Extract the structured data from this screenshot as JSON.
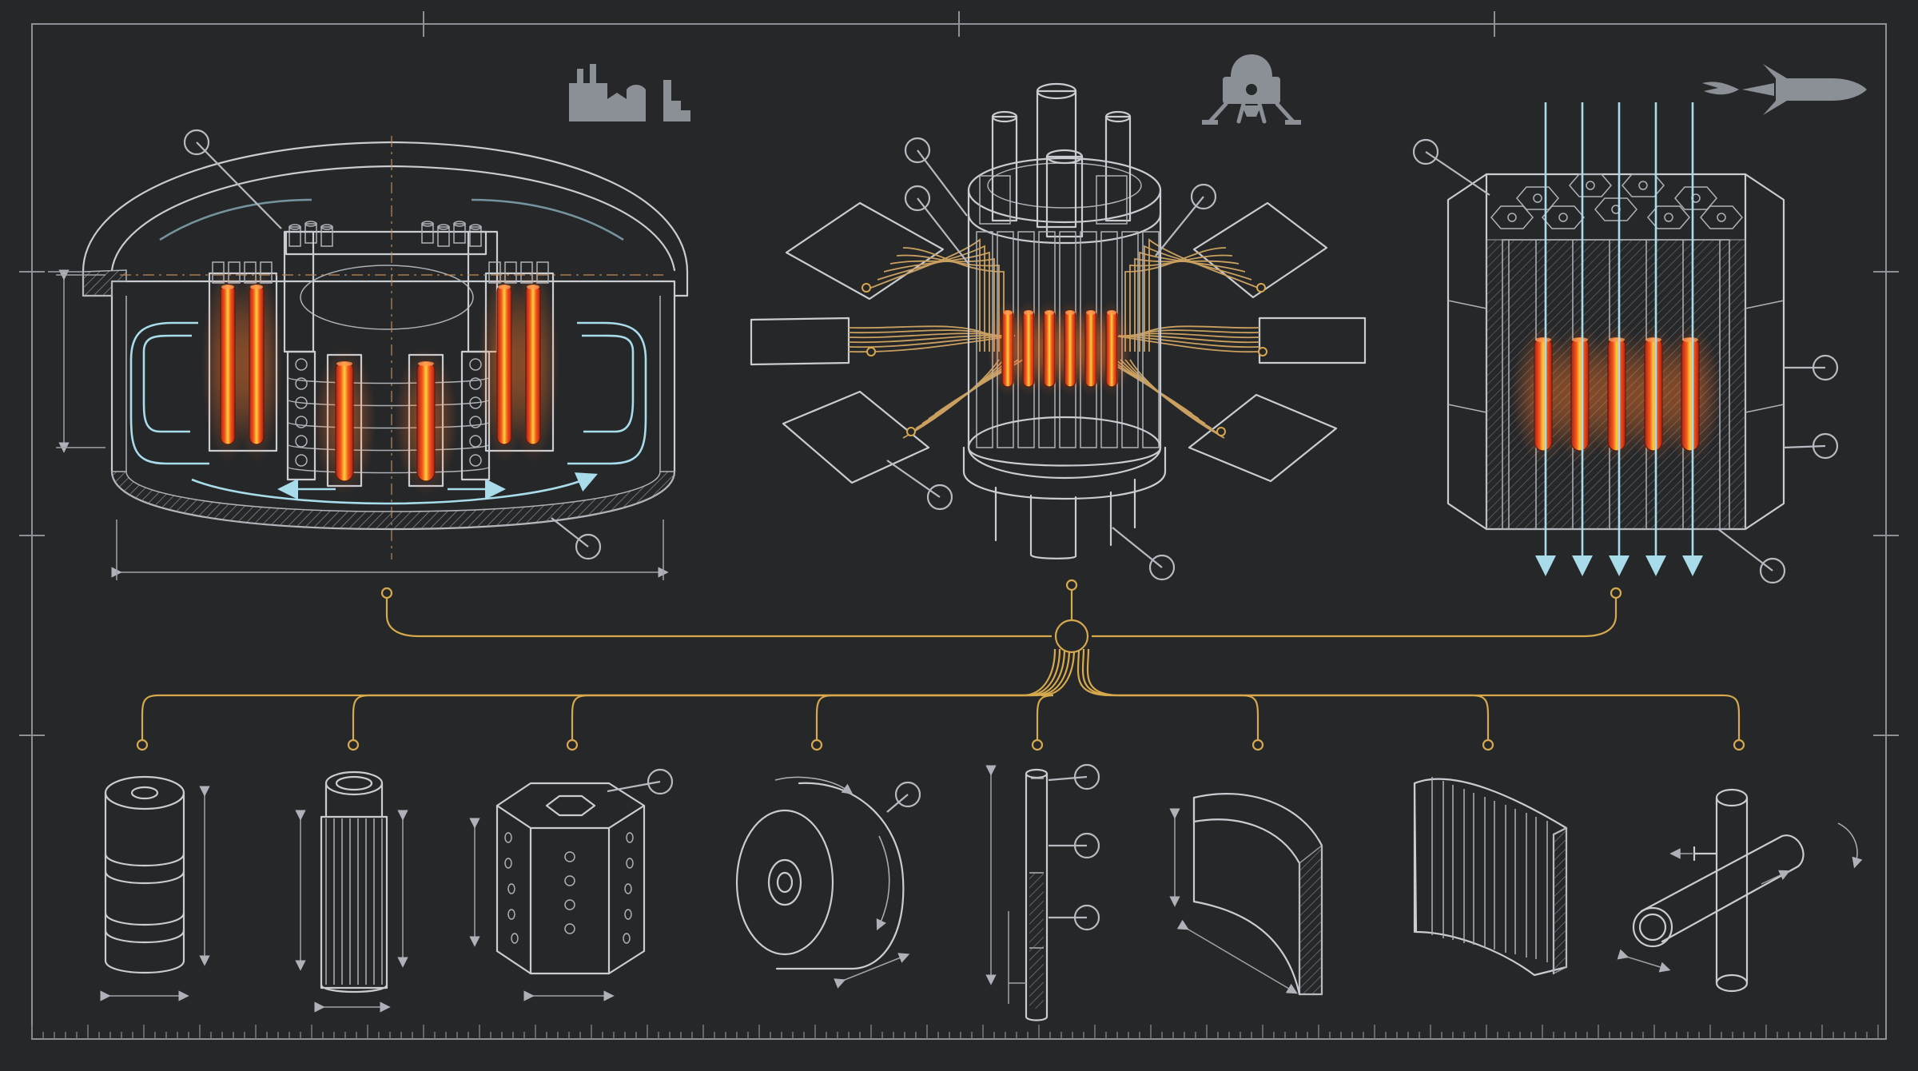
{
  "colors": {
    "background": "#262729",
    "linework": "#c9ccd1",
    "connector_gold": "#d7a94c",
    "coolant_flow": "#a9dcea",
    "fuel_hot_core": "#ffd23a",
    "fuel_hot_edge": "#e0321e",
    "icon_gray": "#8b8f96"
  },
  "icons": [
    "power-plant-icon",
    "lunar-lander-icon",
    "rocket-icon"
  ],
  "reactors": [
    {
      "name": "pool-reactor",
      "icon": "power-plant-icon"
    },
    {
      "name": "heat-pipe-reactor",
      "icon": "lunar-lander-icon"
    },
    {
      "name": "prismatic-block-reactor",
      "icon": "rocket-icon"
    }
  ],
  "components": [
    "cylindrical-fuel-pellet",
    "finned-fuel-rod",
    "hexagonal-graphite-block",
    "fuel-disc",
    "heat-pipe",
    "curved-reflector-segment",
    "control-drum-segment",
    "coolant-manifold"
  ]
}
